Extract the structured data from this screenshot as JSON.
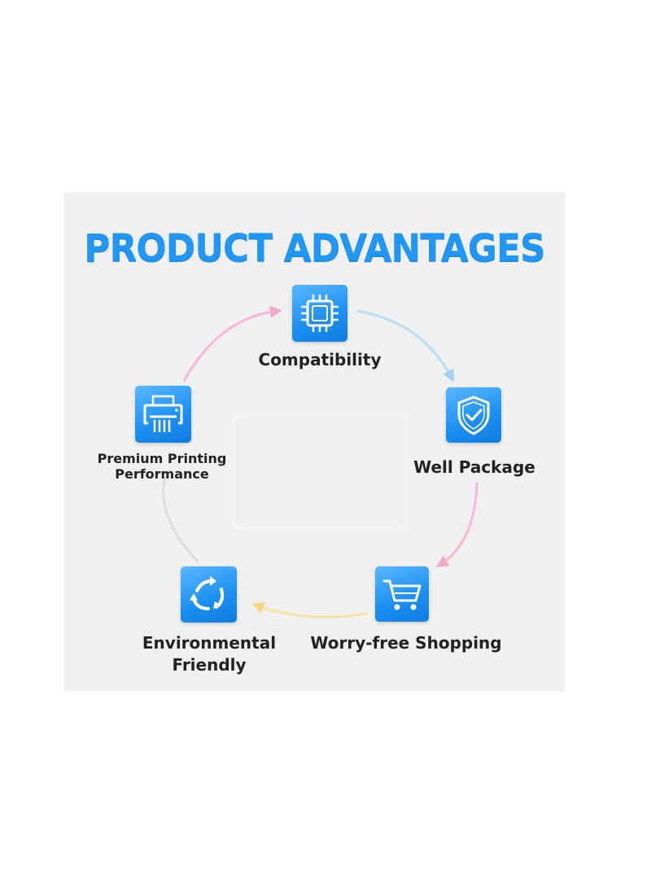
{
  "title": "PRODUCT ADVANTAGES",
  "colors": {
    "title": "#2196f3",
    "icon_bg": "#1b8ef2",
    "panel_bg": "#f0f0f0",
    "arc_pink": "#f7b7d6",
    "arc_blue": "#b7def5",
    "arc_yellow": "#f8e2a0",
    "arc_gray": "#d9d9d9"
  },
  "nodes": [
    {
      "id": "compatibility",
      "label": "Compatibility",
      "icon": "chip-icon"
    },
    {
      "id": "well-package",
      "label": "Well Package",
      "icon": "shield-check-icon"
    },
    {
      "id": "worry-free-shopping",
      "label": "Worry-free Shopping",
      "icon": "shopping-cart-icon"
    },
    {
      "id": "environmental-friendly",
      "label_line1": "Environmental",
      "label_line2": "Friendly",
      "icon": "recycle-icon"
    },
    {
      "id": "premium-printing",
      "label_line1": "Premium Printing",
      "label_line2": "Performance",
      "icon": "printer-icon"
    }
  ]
}
